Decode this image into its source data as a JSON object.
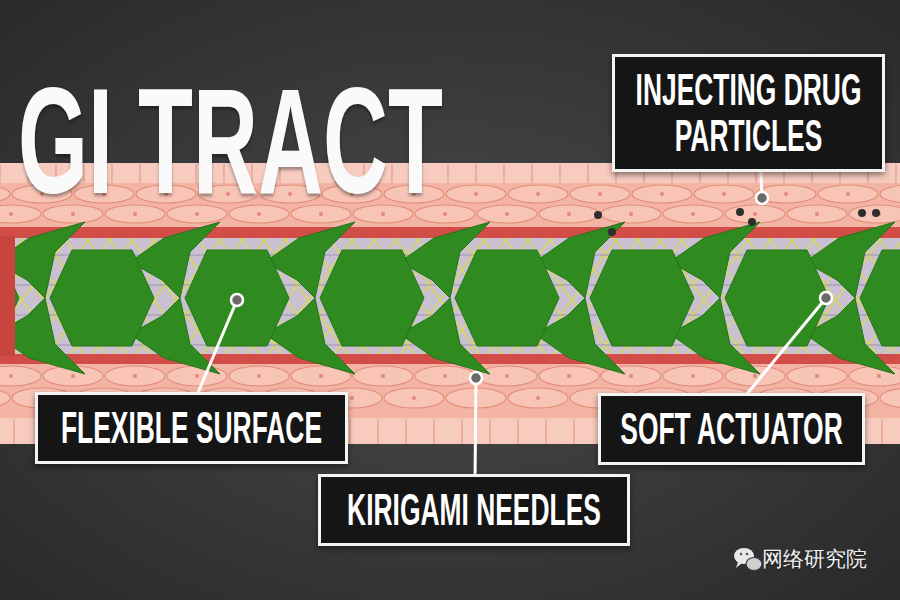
{
  "diagram": {
    "title": "GI TRACT",
    "nodes": [
      {
        "text": [
          "INJECTING DRUG PARTICLES"
        ]
      },
      {
        "text": [
          "FLEXIBLE SURFACE"
        ]
      },
      {
        "text": [
          "KIRIGAMI NEEDLES"
        ]
      },
      {
        "text": [
          "SOFT ACTUATOR"
        ]
      }
    ],
    "labels": [
      "网络研究院"
    ]
  }
}
